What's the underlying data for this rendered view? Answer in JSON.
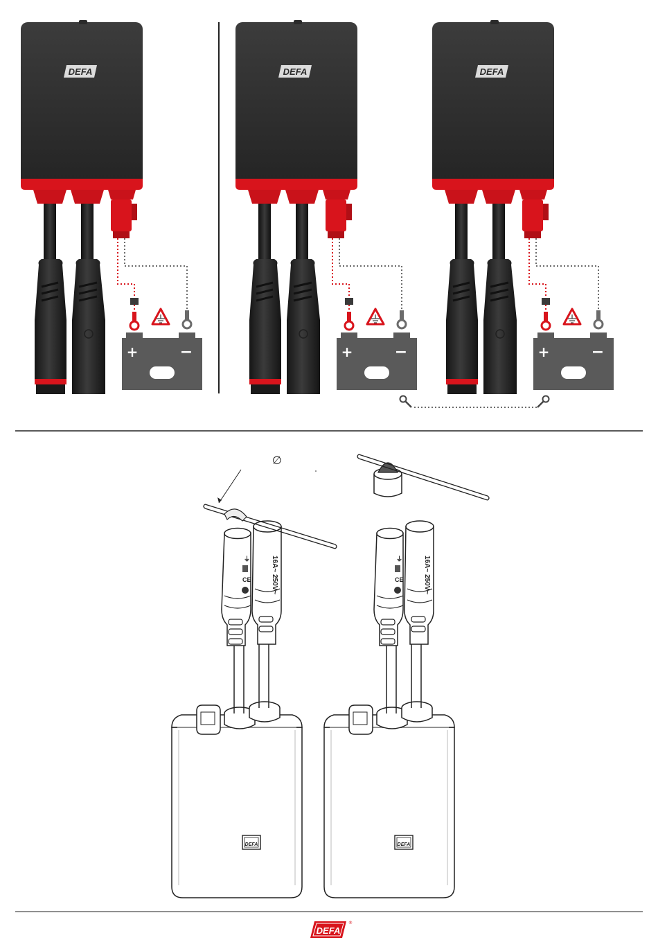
{
  "brand": {
    "name": "DEFA",
    "registered_mark": "®",
    "primary_color": "#d8141c",
    "housing_color": "#2a2a2a",
    "housing_top_color": "#3a3a3a"
  },
  "top_section": {
    "panels": [
      {
        "id": "panel-1",
        "logo": "DEFA",
        "plus_label": "+",
        "minus_label": "−"
      },
      {
        "id": "panel-2",
        "logo": "DEFA",
        "plus_label": "+",
        "minus_label": "−"
      },
      {
        "id": "panel-3",
        "logo": "DEFA",
        "plus_label": "+",
        "minus_label": "−"
      }
    ],
    "warning_icon": "ground-warning-triangle-icon",
    "ring_terminal_icon": "ring-terminal-icon",
    "fuse_icon": "fuse-icon",
    "frame_link_icon": "frame-ground-link-icon",
    "wire_colors": {
      "positive": "#d8141c",
      "negative": "#6b6b6b"
    }
  },
  "bottom_section": {
    "diameter_symbol": "∅",
    "connector_rating": "16A~ 250V~",
    "ce_mark": "CE",
    "device_logo": "DEFA",
    "left_assembly": "connectors-with-rod",
    "right_assembly": "connectors-with-cap-removed"
  },
  "footer": {
    "logo": "DEFA",
    "registered_mark": "®"
  }
}
